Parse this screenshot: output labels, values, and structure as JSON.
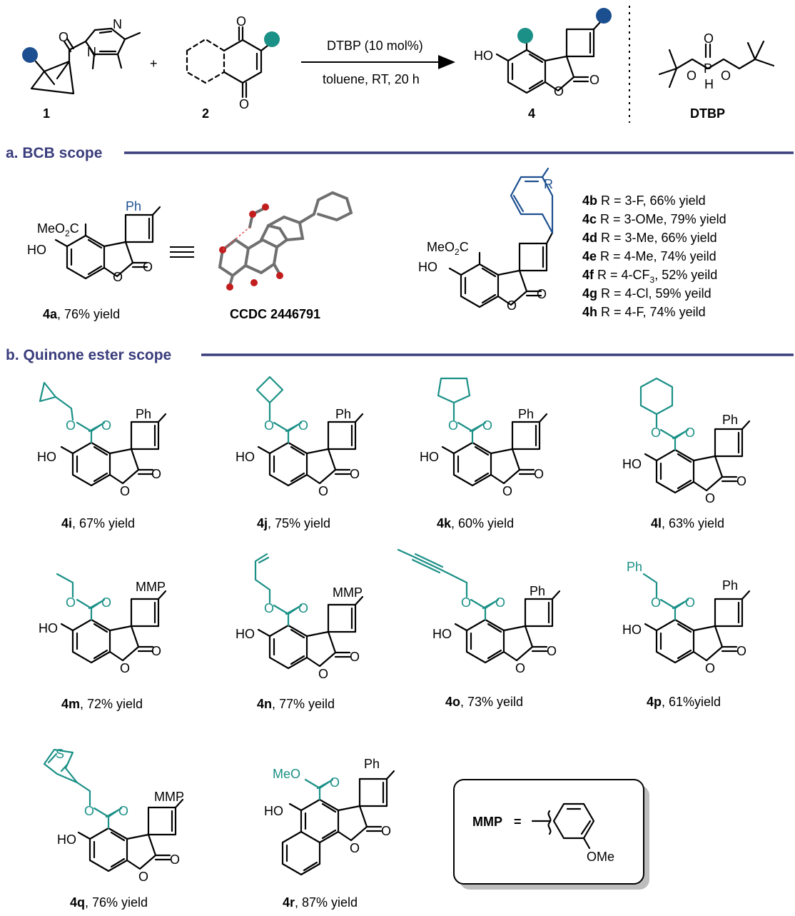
{
  "scheme": {
    "compound1": "1",
    "compound2": "2",
    "compound4": "4",
    "plus": "+",
    "condition_top": "DTBP (10 mol%)",
    "condition_bottom": "toluene, RT, 20 h",
    "catalyst_name": "DTBP"
  },
  "sections": {
    "a_title": "a. BCB scope",
    "b_title": "b. Quinone ester scope"
  },
  "atoms": {
    "HO": "HO",
    "O": "O",
    "N": "N",
    "P": "P",
    "H": "H",
    "S": "S",
    "Ph": "Ph",
    "MMP": "MMP",
    "R": "R",
    "MeO": "MeO",
    "MeO2C": "MeO",
    "sub2": "2",
    "C": "C",
    "OMe": "OMe"
  },
  "bcb_scope": {
    "compound_4a_label": "4a",
    "compound_4a_yield": ", 76% yield",
    "ccdc": "CCDC 2446791",
    "entries": [
      {
        "id": "4b",
        "text": " R = 3-F, 66% yield"
      },
      {
        "id": "4c",
        "text": " R = 3-OMe, 79% yield"
      },
      {
        "id": "4d",
        "text": " R = 3-Me, 66% yield"
      },
      {
        "id": "4e",
        "text": " R = 4-Me, 74% yeild"
      },
      {
        "id": "4f",
        "text": " R = 4-CF",
        "sub": "3",
        "tail": ", 52% yeild"
      },
      {
        "id": "4g",
        "text": " R = 4-Cl, 59% yeild"
      },
      {
        "id": "4h",
        "text": " R = 4-F, 74% yeild"
      }
    ]
  },
  "quinone_scope": [
    {
      "id": "4i",
      "yield": ", 67% yield"
    },
    {
      "id": "4j",
      "yield": ", 75% yield"
    },
    {
      "id": "4k",
      "yield": ", 60% yield"
    },
    {
      "id": "4l",
      "yield": ", 63% yield"
    },
    {
      "id": "4m",
      "yield": ", 72% yield"
    },
    {
      "id": "4n",
      "yield": ", 77% yeild"
    },
    {
      "id": "4o",
      "yield": ", 73% yeild"
    },
    {
      "id": "4p",
      "yield": ", 61%yield"
    },
    {
      "id": "4q",
      "yield": ", 76% yield"
    },
    {
      "id": "4r",
      "yield": ", 87% yield"
    }
  ],
  "mmp_box": {
    "label": "MMP",
    "equals": "="
  },
  "colors": {
    "teal": "#1a9086",
    "blue": "#1c4f8f",
    "section": "#3a3d7c",
    "box_shadow": "#bdbdbd"
  }
}
